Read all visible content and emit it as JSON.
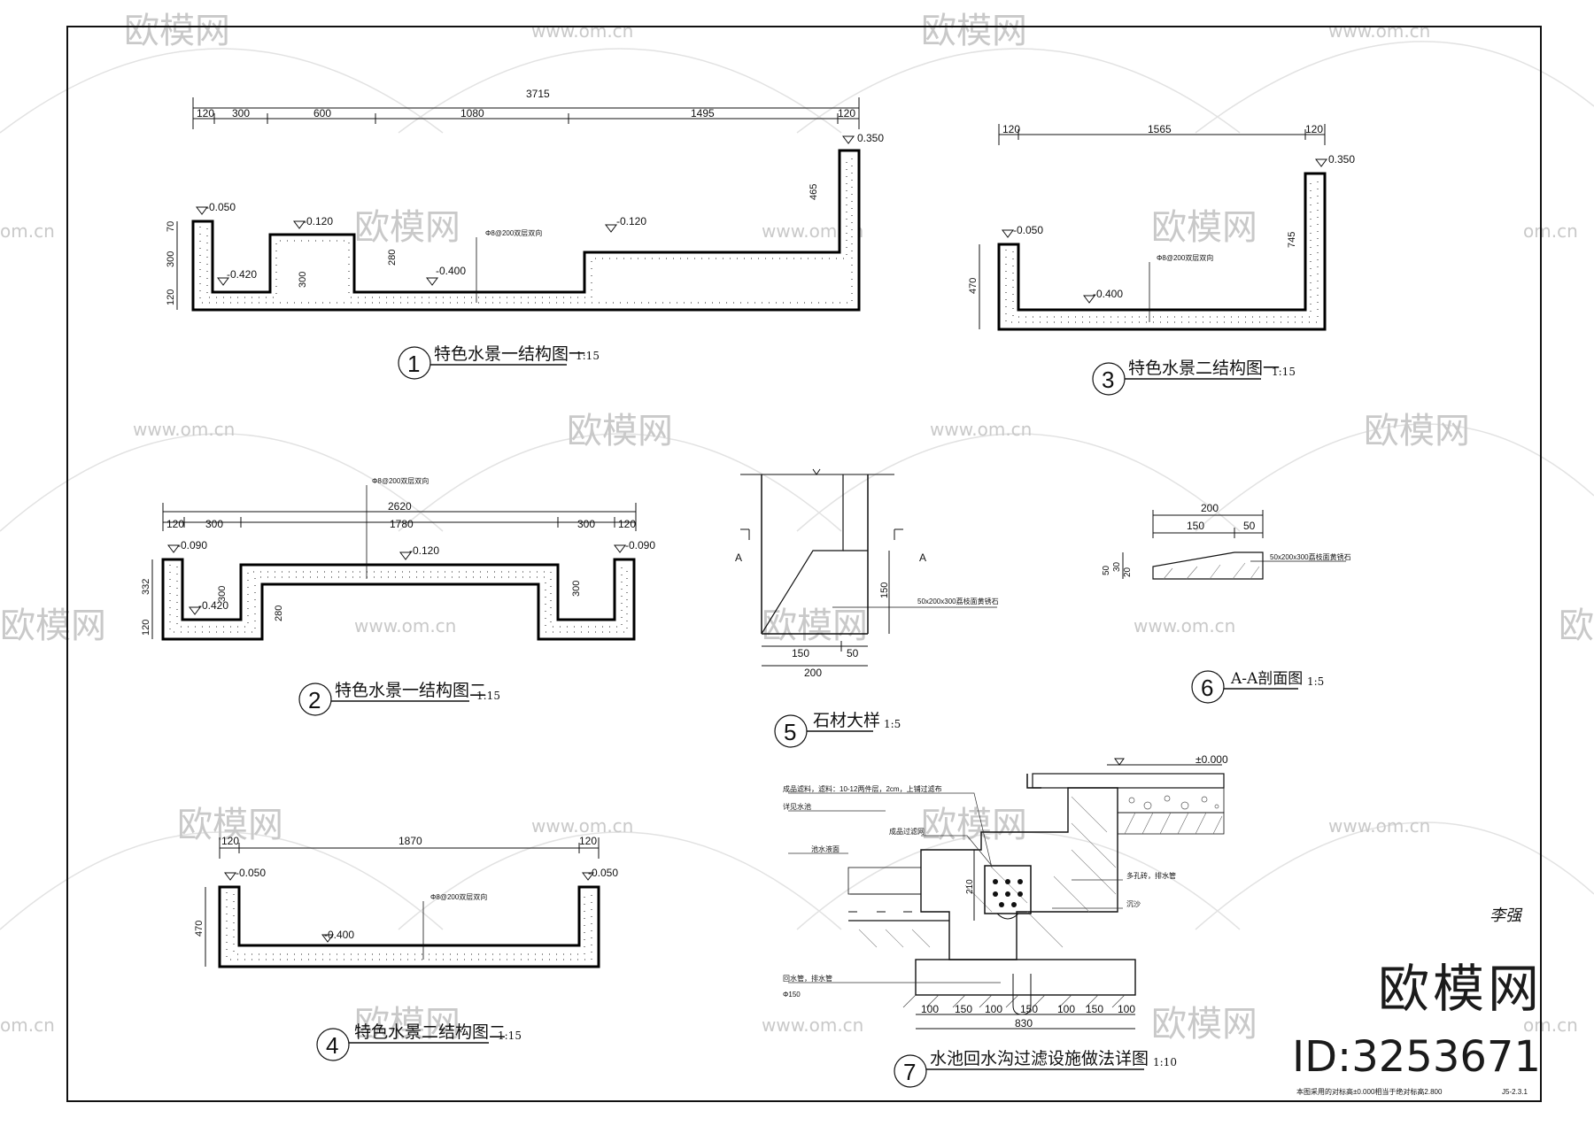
{
  "watermark": {
    "brand": "欧模网",
    "url": "www.om.cn",
    "url_short": "om.cn",
    "big_brand": "欧模网",
    "id": "ID:3253671"
  },
  "sheet": {
    "note": "本图采用的对标高±0.000相当于绝对标高2.800",
    "sheet_no": "J5-2.3.1",
    "signature": "李强"
  },
  "details": {
    "d1": {
      "number": "1",
      "title": "特色水景一结构图一",
      "scale": "1:15",
      "dims_top": [
        "3715",
        "120",
        "300",
        "600",
        "1080",
        "1495",
        "120"
      ],
      "elevations": [
        "0.350",
        "-0.050",
        "-0.120",
        "-0.120",
        "-0.420",
        "-0.400"
      ],
      "dims_side": [
        "70",
        "300",
        "120",
        "300",
        "280",
        "465"
      ],
      "rebar_note": "Φ8@200双层双向"
    },
    "d2": {
      "number": "2",
      "title": "特色水景一结构图二",
      "scale": "1:15",
      "dims_top": [
        "2620",
        "120",
        "300",
        "1780",
        "300",
        "120"
      ],
      "elevations": [
        "-0.090",
        "-0.120",
        "-0.090",
        "-0.420"
      ],
      "dims_side": [
        "332",
        "120",
        "300",
        "280",
        "300"
      ],
      "rebar_note": "Φ8@200双层双向"
    },
    "d3": {
      "number": "3",
      "title": "特色水景二结构图一",
      "scale": "1:15",
      "dims_top": [
        "120",
        "1565",
        "120"
      ],
      "elevations": [
        "0.350",
        "-0.050",
        "-0.400"
      ],
      "dims_side": [
        "470",
        "745"
      ],
      "rebar_note": "Φ8@200双层双向"
    },
    "d4": {
      "number": "4",
      "title": "特色水景二结构图二",
      "scale": "1:15",
      "dims_top": [
        "120",
        "1870",
        "120"
      ],
      "elevations": [
        "-0.050",
        "-0.050",
        "-0.400"
      ],
      "dims_side": [
        "470"
      ],
      "rebar_note": "Φ8@200双层双向"
    },
    "d5": {
      "number": "5",
      "title": "石材大样",
      "scale": "1:5",
      "section_mark": "A",
      "dims": [
        "150",
        "150",
        "50",
        "200"
      ],
      "note": "50x200x300荔枝面黄锈石"
    },
    "d6": {
      "number": "6",
      "title": "A-A剖面图",
      "scale": "1:5",
      "dims": [
        "200",
        "150",
        "50",
        "30",
        "20",
        "50"
      ],
      "note": "50x200x300荔枝面黄锈石"
    },
    "d7": {
      "number": "7",
      "title": "水池回水沟过滤设施做法详图",
      "scale": "1:10",
      "elevation": "±0.000",
      "notes": [
        "成品滤料，滤料：10-12两件层，2cm，上铺过滤布",
        "详见水池",
        "成品过滤网",
        "池水液面",
        "多孔砖，排水管",
        "沉沙",
        "回水管，排水管",
        "Φ150"
      ],
      "dims_bottom": [
        "100",
        "150",
        "100",
        "150",
        "100",
        "150",
        "100",
        "830"
      ],
      "dim_side": "210"
    }
  }
}
